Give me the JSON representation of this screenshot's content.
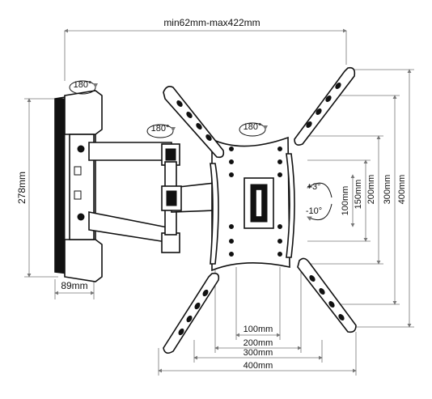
{
  "diagram": {
    "width_range_label": "min62mm-max422mm",
    "height_label": "278mm",
    "depth_label": "89mm",
    "swivel_labels": [
      "180°",
      "180°",
      "180°"
    ],
    "tilt_up_label": "+3°",
    "tilt_down_label": "-10°",
    "vesa_vertical_labels": [
      "100mm",
      "150mm",
      "200mm",
      "300mm",
      "400mm"
    ],
    "vesa_horizontal_labels": [
      "100mm",
      "200mm",
      "300mm",
      "400mm"
    ]
  },
  "colors": {
    "line": "#111111",
    "dimension": "#777777",
    "background": "#ffffff"
  }
}
